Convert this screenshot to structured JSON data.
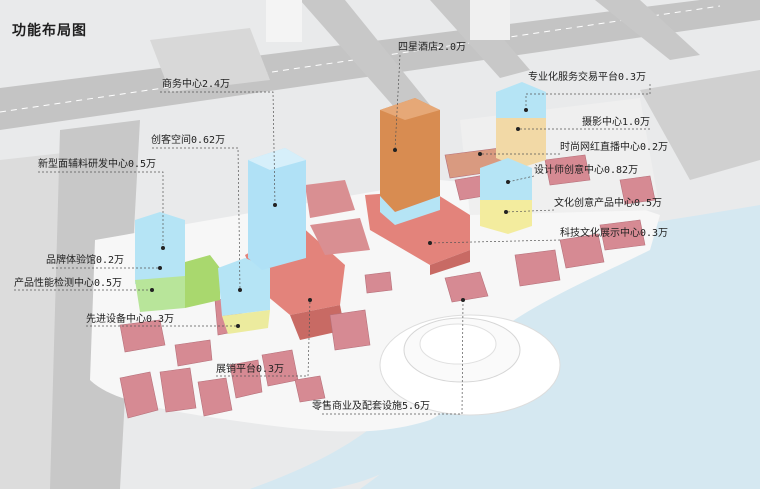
{
  "title": "功能布局图",
  "labels": {
    "four_star_hotel": "四星酒店2.0万",
    "business_center": "商务中心2.4万",
    "creative_space": "创客空间0.62万",
    "new_materials_rd": "新型面辅料研发中心0.5万",
    "brand_experience": "品牌体验馆0.2万",
    "product_testing": "产品性能检测中心0.5万",
    "advanced_equipment": "先进设备中心0.3万",
    "exhibition_sales": "展销平台0.3万",
    "retail_facilities": "零售商业及配套设施5.6万",
    "service_trading": "专业化服务交易平台0.3万",
    "photography": "摄影中心1.0万",
    "live_streaming": "时尚网红直播中心0.2万",
    "designer_innovation": "设计师创意中心0.82万",
    "cultural_products": "文化创意产品中心0.5万",
    "tech_culture_display": "科技文化展示中心0.3万"
  },
  "colors": {
    "retail": "#d9848a",
    "podium": "#e98c86",
    "office": "#aee2f4",
    "hotel": "#d98b52",
    "green": "#b4dc7d",
    "yellow": "#f2eb9f",
    "peach": "#f1d5a4",
    "water": "#d5e8f1",
    "road": "#c6c6c6",
    "ground": "#f7f7f7"
  }
}
